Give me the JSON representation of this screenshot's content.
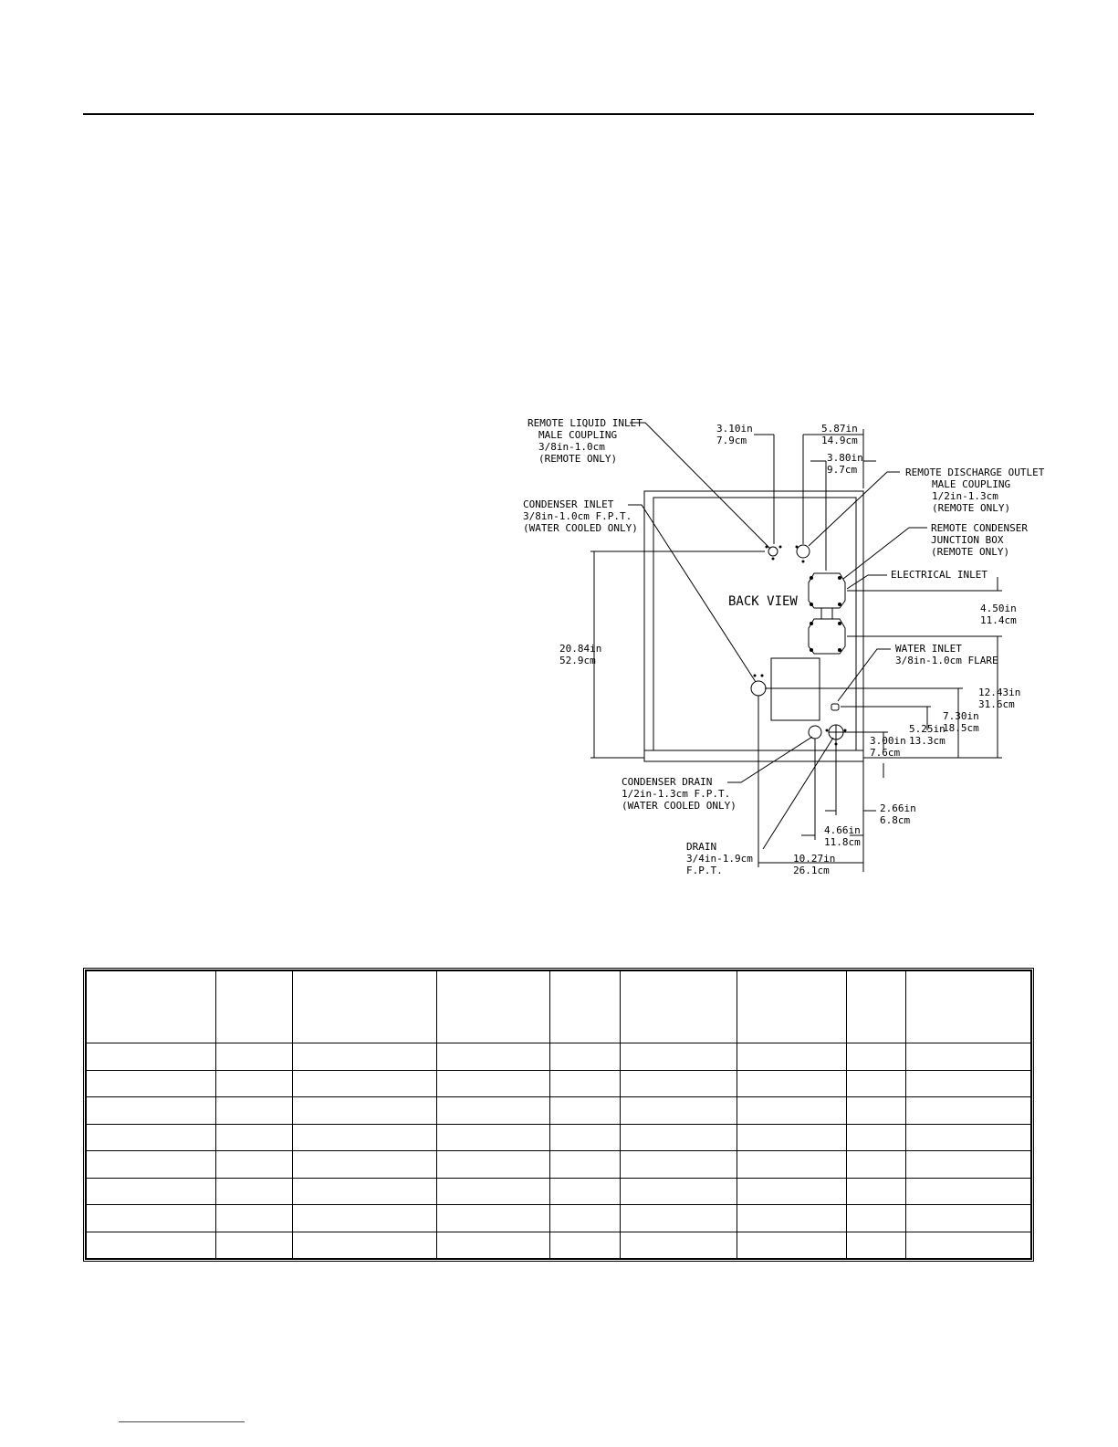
{
  "drawing": {
    "view_label": "BACK VIEW",
    "labels": {
      "remote_liquid_inlet": [
        "REMOTE LIQUID INLET",
        "MALE COUPLING",
        "3/8in-1.0cm",
        "(REMOTE ONLY)"
      ],
      "condenser_inlet": [
        "CONDENSER INLET",
        "3/8in-1.0cm F.P.T.",
        "(WATER COOLED ONLY)"
      ],
      "remote_discharge_outlet": [
        "REMOTE DISCHARGE OUTLET",
        "MALE COUPLING",
        "1/2in-1.3cm",
        "(REMOTE ONLY)"
      ],
      "remote_condenser_junction_box": [
        "REMOTE CONDENSER",
        "JUNCTION BOX",
        "(REMOTE ONLY)"
      ],
      "electrical_inlet": [
        "ELECTRICAL INLET"
      ],
      "water_inlet": [
        "WATER INLET",
        "3/8in-1.0cm FLARE"
      ],
      "condenser_drain": [
        "CONDENSER DRAIN",
        "1/2in-1.3cm F.P.T.",
        "(WATER COOLED ONLY)"
      ],
      "drain": [
        "DRAIN",
        "3/4in-1.9cm",
        "F.P.T."
      ]
    },
    "dimensions": {
      "d_3_10": [
        "3.10in",
        "7.9cm"
      ],
      "d_5_87": [
        "5.87in",
        "14.9cm"
      ],
      "d_3_80": [
        "3.80in",
        "9.7cm"
      ],
      "d_20_84": [
        "20.84in",
        "52.9cm"
      ],
      "d_4_50": [
        "4.50in",
        "11.4cm"
      ],
      "d_12_43": [
        "12.43in",
        "31.6cm"
      ],
      "d_7_30": [
        "7.30in",
        "18.5cm"
      ],
      "d_5_25": [
        "5.25in",
        "13.3cm"
      ],
      "d_3_00": [
        "3.00in",
        "7.6cm"
      ],
      "d_2_66": [
        "2.66in",
        "6.8cm"
      ],
      "d_4_66": [
        "4.66in",
        "11.8cm"
      ],
      "d_10_27": [
        "10.27in",
        "26.1cm"
      ]
    }
  },
  "table": {
    "columns": 9,
    "body_rows": 8
  }
}
